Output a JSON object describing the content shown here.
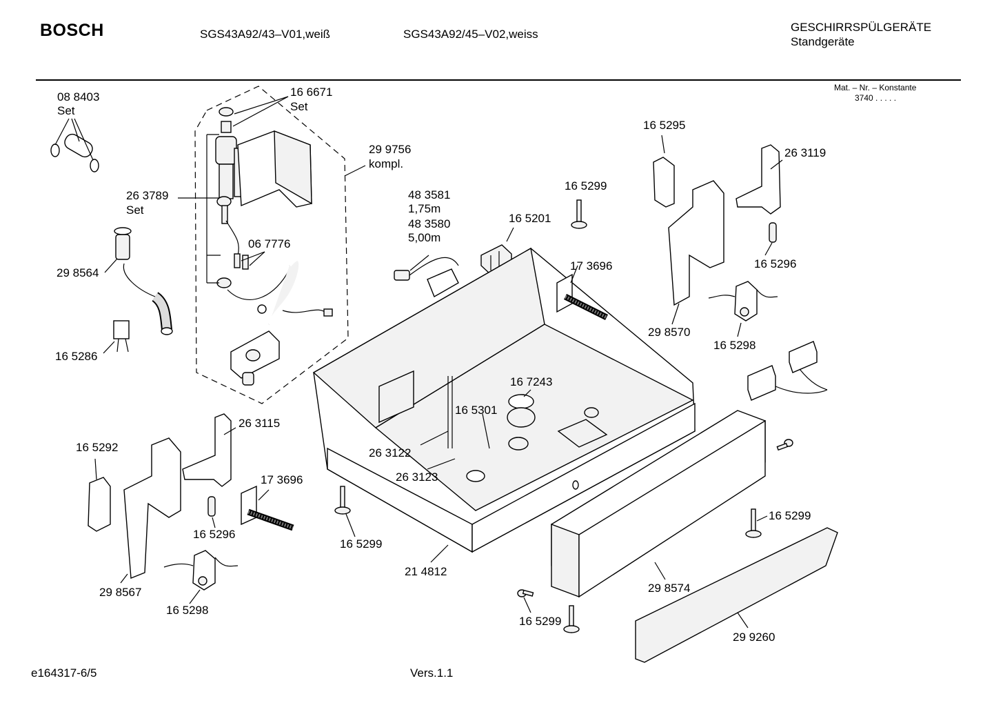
{
  "header": {
    "brand": "BOSCH",
    "model_1": "SGS43A92/43–V01,weiß",
    "model_2": "SGS43A92/45–V02,weiss",
    "category": "GESCHIRRSPÜLGERÄTE",
    "subcategory": "Standgeräte",
    "mat_nr_label": "Mat. – Nr. – Konstante",
    "mat_nr_value": "3740  .  .  .  .  ."
  },
  "footer": {
    "drawing_id": "e164317-6/5",
    "version": "Vers.1.1"
  },
  "labels": {
    "p088403": "08 8403",
    "set_a": "Set",
    "p166671": "16 6671",
    "set_b": "Set",
    "p299756": "29 9756",
    "kompl": "kompl.",
    "p263789": "26 3789",
    "set_c": "Set",
    "p298564": "29 8564",
    "p067776": "06 7776",
    "p165286": "16 5286",
    "p483581": "48 3581",
    "len_175": "1,75m",
    "p483580": "48 3580",
    "len_500": "5,00m",
    "p165201": "16 5201",
    "p165299_a": "16 5299",
    "p173696_a": "17 3696",
    "p165295": "16 5295",
    "p263119": "26 3119",
    "p165296_a": "16 5296",
    "p298570": "29 8570",
    "p165298_a": "16 5298",
    "p167243": "16 7243",
    "p165301": "16 5301",
    "p263122": "26 3122",
    "p263123": "26 3123",
    "p263115": "26 3115",
    "p165292": "16 5292",
    "p173696_b": "17 3696",
    "p165296_b": "16 5296",
    "p165299_b": "16 5299",
    "p214812": "21 4812",
    "p298567": "29 8567",
    "p165298_b": "16 5298",
    "p165299_c": "16 5299",
    "p298574": "29 8574",
    "p165299_d": "16 5299",
    "p299260": "29 9260"
  }
}
